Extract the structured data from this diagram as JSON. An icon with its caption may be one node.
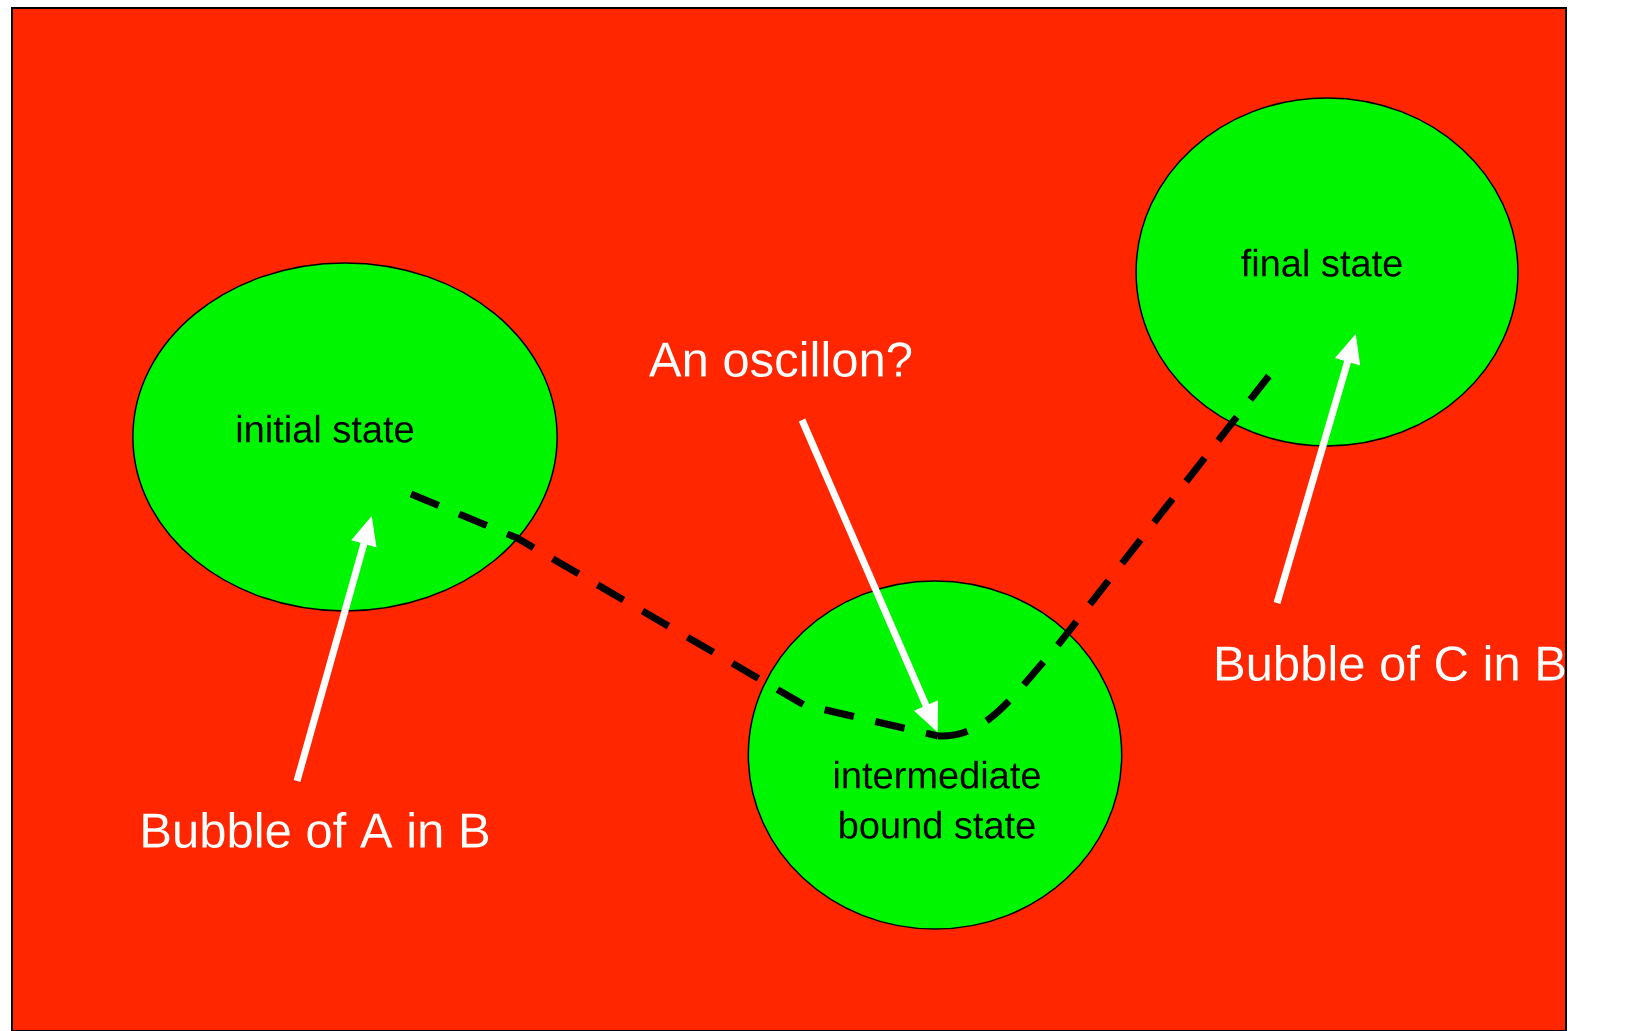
{
  "diagram": {
    "nodes": [
      {
        "text": [
          "initial state"
        ]
      },
      {
        "text": [
          "intermediate bound state"
        ]
      },
      {
        "text": [
          "final state"
        ]
      },
      {
        "text": [
          "An oscillon?"
        ]
      },
      {
        "text": [
          "Bubble of A in B"
        ]
      },
      {
        "text": [
          "Bubble of C in B"
        ]
      }
    ],
    "edges": [
      {
        "from": 4,
        "to": 0,
        "arrow": "to"
      },
      {
        "from": 3,
        "to": 1,
        "arrow": "to"
      },
      {
        "from": 5,
        "to": 2,
        "arrow": "to"
      },
      {
        "from": 0,
        "to": 1,
        "arrow": "none",
        "style": "dashed",
        "color": "#000000"
      },
      {
        "from": 1,
        "to": 2,
        "arrow": "none",
        "style": "dashed",
        "color": "#000000"
      }
    ]
  }
}
